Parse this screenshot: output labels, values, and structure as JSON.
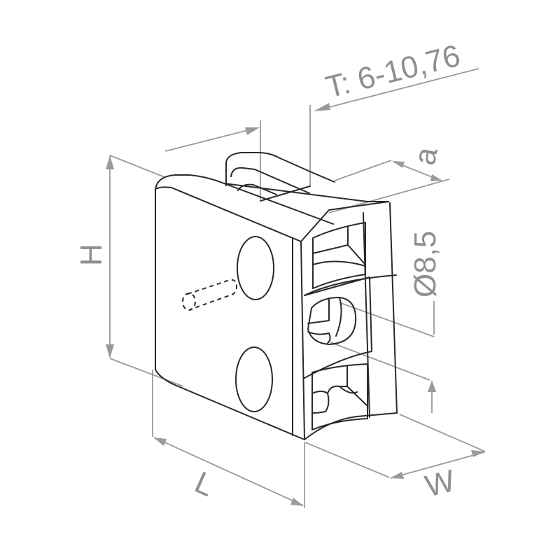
{
  "diagram": {
    "subject": "glass clamp isometric technical drawing",
    "line_color": "#2a2a2a",
    "dimension_color": "#9a9a9a",
    "label_color": "#8f8f8f",
    "dimensions": {
      "thickness": {
        "label": "T: 6-10,76"
      },
      "a": {
        "label": "a"
      },
      "diameter": {
        "label": "Ø8,5"
      },
      "height": {
        "label": "H"
      },
      "length": {
        "label": "L"
      },
      "width": {
        "label": "W"
      }
    }
  }
}
